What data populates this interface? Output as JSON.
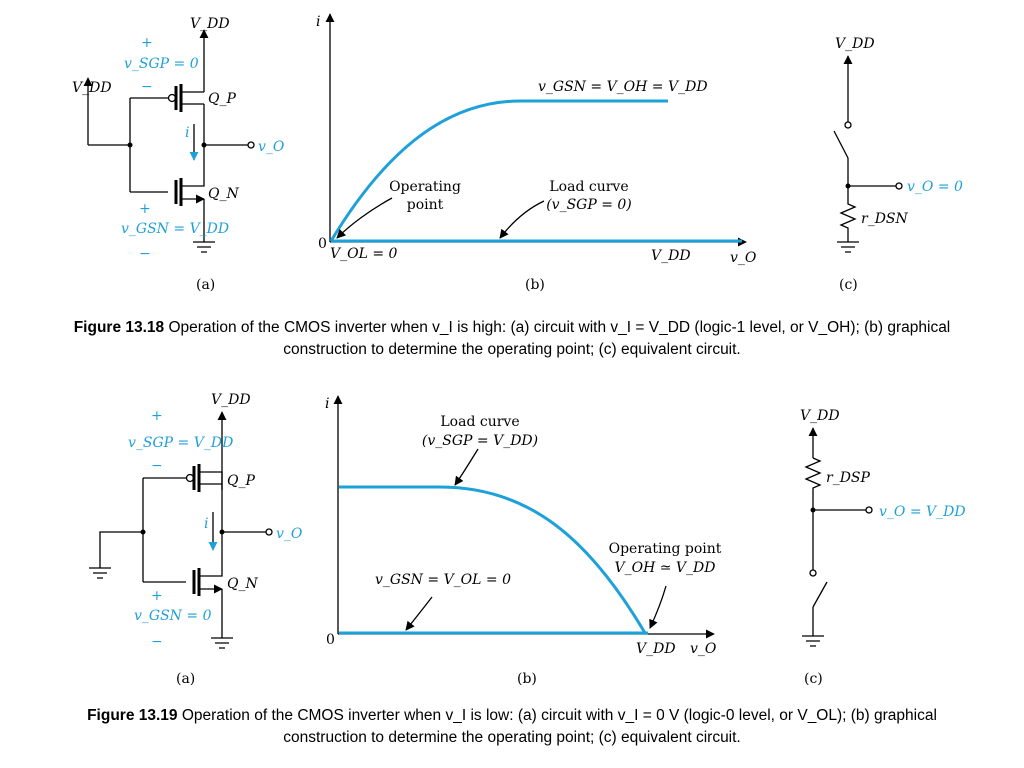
{
  "figure_13_18": {
    "circuit": {
      "vdd_top": "V_DD",
      "vdd_input": "V_DD",
      "vsgp_plus": "+",
      "vsgp": "v_SGP = 0",
      "vsgp_minus": "−",
      "qp": "Q_P",
      "qn": "Q_N",
      "current": "i",
      "vo": "v_O",
      "vgsn_plus": "+",
      "vgsn": "v_GSN = V_DD",
      "vgsn_minus": "−",
      "part": "(a)"
    },
    "graph": {
      "y_axis": "i",
      "x_axis": "v_O",
      "origin": "0",
      "vol": "V_OL = 0",
      "vdd": "V_DD",
      "curve_label": "v_GSN = V_OH = V_DD",
      "op_line1": "Operating",
      "op_line2": "point",
      "load_line1": "Load curve",
      "load_line2": "(v_SGP = 0)",
      "part": "(b)"
    },
    "equiv": {
      "vdd": "V_DD",
      "vo": "v_O = 0",
      "r": "r_DSN",
      "part": "(c)"
    },
    "caption": {
      "bold": "Figure 13.18",
      "line1": " Operation of the CMOS inverter when v_I is high: (a) circuit with v_I = V_DD (logic-1 level, or V_OH); (b) graphical",
      "line2": "construction to determine the operating point; (c) equivalent circuit."
    }
  },
  "figure_13_19": {
    "circuit": {
      "vdd_top": "V_DD",
      "vsgp_plus": "+",
      "vsgp": "v_SGP = V_DD",
      "vsgp_minus": "−",
      "qp": "Q_P",
      "qn": "Q_N",
      "current": "i",
      "vo": "v_O",
      "vgsn_plus": "+",
      "vgsn": "v_GSN = 0",
      "vgsn_minus": "−",
      "part": "(a)"
    },
    "graph": {
      "y_axis": "i",
      "x_axis": "v_O",
      "origin": "0",
      "vdd": "V_DD",
      "load_line1": "Load curve",
      "load_line2": "(v_SGP = V_DD)",
      "curve_label": "v_GSN = V_OL = 0",
      "op_line1": "Operating point",
      "op_line2": "V_OH ≃ V_DD",
      "part": "(b)"
    },
    "equiv": {
      "vdd": "V_DD",
      "r": "r_DSP",
      "vo": "v_O = V_DD",
      "part": "(c)"
    },
    "caption": {
      "bold": "Figure 13.19",
      "line1": " Operation of the CMOS inverter when v_I is low: (a) circuit with v_I = 0 V (logic-0 level, or V_OL); (b) graphical",
      "line2": "construction to determine the operating point; (c) equivalent circuit."
    }
  },
  "colors": {
    "accent": "#1ea0d8",
    "ink": "#000000"
  }
}
